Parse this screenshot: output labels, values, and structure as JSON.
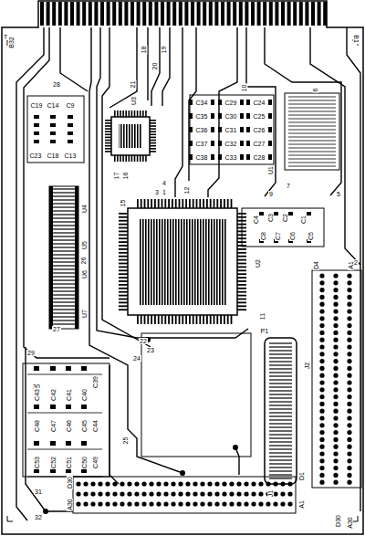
{
  "diagram": {
    "labels": [
      "T",
      "B32",
      "B1",
      "28",
      "21",
      "20",
      "19",
      "18",
      "10",
      "6",
      "U3",
      "17",
      "16",
      "4",
      "3",
      "1",
      "12",
      "15",
      "U4",
      "U5",
      "26",
      "U6",
      "U7",
      "27",
      "22",
      "23",
      "24",
      "25",
      "29",
      "30",
      "31",
      "32",
      "U2",
      "11",
      "U1",
      "9",
      "7",
      "5",
      "2",
      "P1",
      "J2",
      "D4",
      "A1",
      "J1",
      "D1",
      "A1",
      "D30",
      "A30",
      "D30",
      "A30",
      "C19",
      "C14",
      "C9",
      "C23",
      "C18",
      "C13",
      "C34",
      "C29",
      "C24",
      "C35",
      "C30",
      "C25",
      "C36",
      "C31",
      "C26",
      "C37",
      "C32",
      "C27",
      "C38",
      "C33",
      "C28",
      "C4",
      "C3",
      "C2",
      "C1",
      "C8",
      "C7",
      "C6",
      "C5",
      "C39",
      "C43",
      "C42",
      "C41",
      "C40",
      "C48",
      "C47",
      "C46",
      "C45",
      "C44",
      "C53",
      "C52",
      "C51",
      "C50",
      "C49"
    ]
  }
}
